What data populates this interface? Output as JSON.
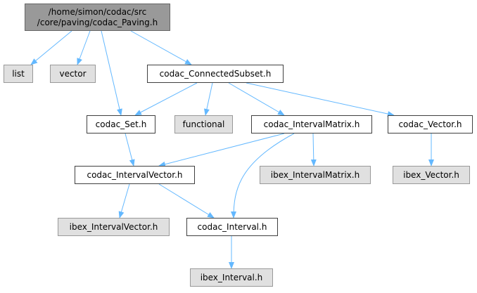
{
  "colors": {
    "edge": "#63b8ff",
    "root_fill": "#999999",
    "local_fill": "#ffffff",
    "external_fill": "#e0e0e0"
  },
  "nodes": {
    "root": {
      "line1": "/home/simon/codac/src",
      "line2": "/core/paving/codac_Paving.h"
    },
    "list": "list",
    "vector": "vector",
    "connected_subset": "codac_ConnectedSubset.h",
    "set": "codac_Set.h",
    "functional": "functional",
    "interval_matrix": "codac_IntervalMatrix.h",
    "vector_h": "codac_Vector.h",
    "interval_vector": "codac_IntervalVector.h",
    "ibex_interval_matrix": "ibex_IntervalMatrix.h",
    "ibex_vector": "ibex_Vector.h",
    "ibex_interval_vector": "ibex_IntervalVector.h",
    "interval": "codac_Interval.h",
    "ibex_interval": "ibex_Interval.h"
  }
}
